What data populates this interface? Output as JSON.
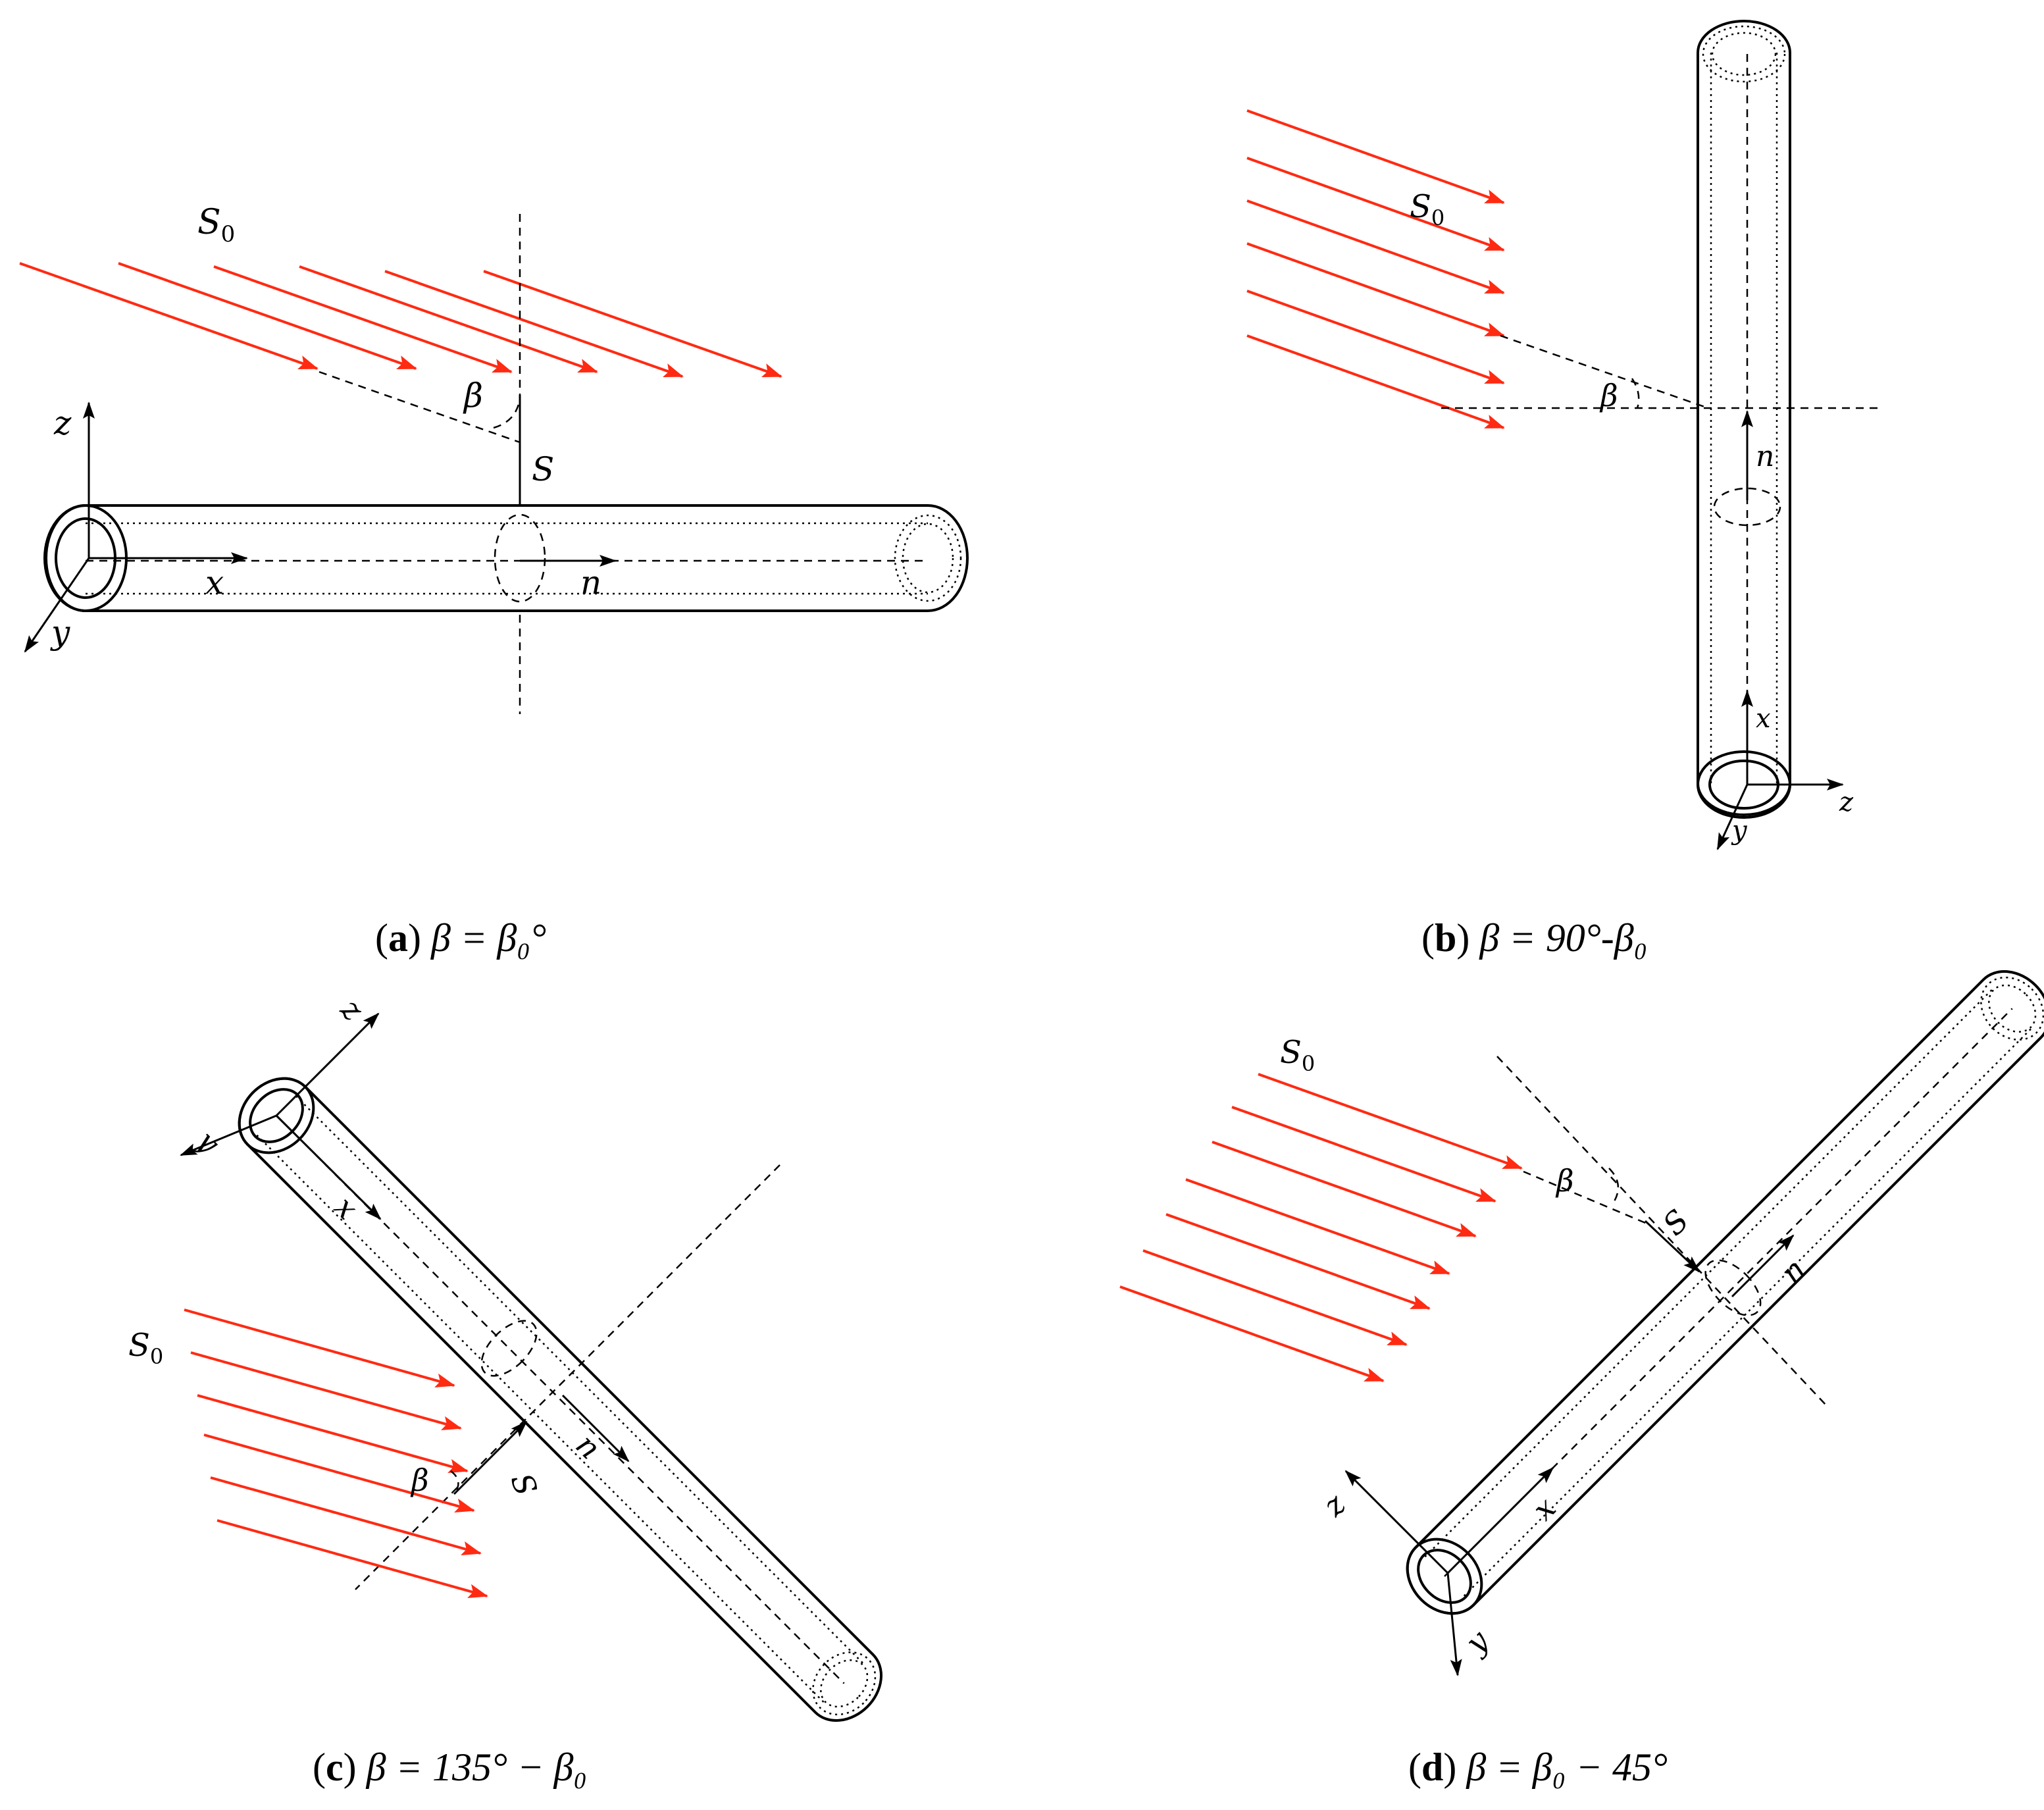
{
  "colors": {
    "ray": "#ff2a12",
    "ink": "#000000",
    "background": "#ffffff"
  },
  "panels": {
    "a": {
      "labels": {
        "s0": "S",
        "s0_sub": "0",
        "beta": "β",
        "s": "S",
        "z": "z",
        "x": "x",
        "y": "y",
        "n": "n"
      },
      "caption": {
        "letter": "a",
        "formula": "β = β₀°"
      }
    },
    "b": {
      "labels": {
        "s0": "S",
        "s0_sub": "0",
        "beta": "β",
        "n": "n",
        "x": "x",
        "z": "z",
        "y": "y"
      },
      "caption": {
        "letter": "b",
        "formula": "β = 90°-β₀"
      }
    },
    "c": {
      "labels": {
        "z": "z",
        "y": "y",
        "x": "x",
        "s0": "S",
        "s0_sub": "0",
        "n": "n",
        "beta": "β",
        "s": "S"
      },
      "caption": {
        "letter": "c",
        "formula": "β = 135° − β₀"
      }
    },
    "d": {
      "labels": {
        "s0": "S",
        "s0_sub": "0",
        "beta": "β",
        "s": "S",
        "n": "n",
        "z": "z",
        "x": "x",
        "y": "y"
      },
      "caption": {
        "letter": "d",
        "formula": "β = β₀ − 45°"
      }
    }
  }
}
